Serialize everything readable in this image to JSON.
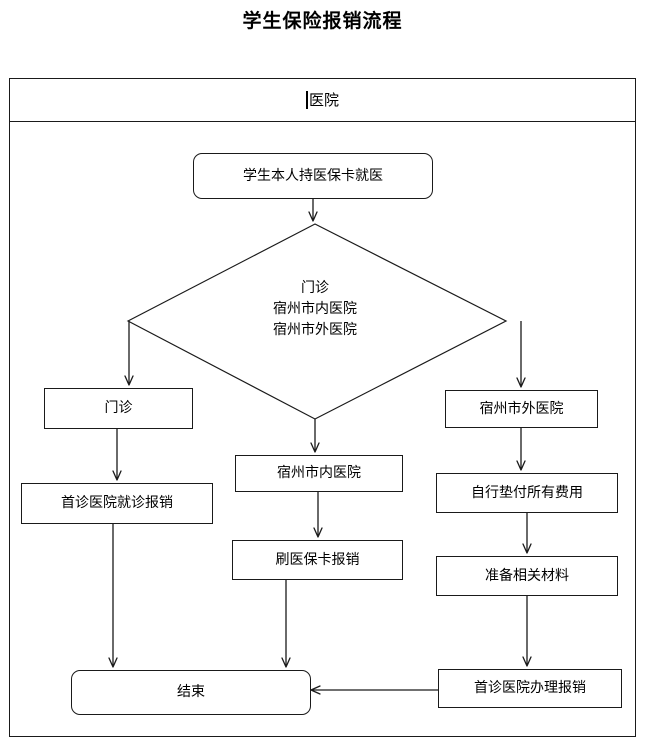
{
  "title": "学生保险报销流程",
  "pool": {
    "header_label": "医院",
    "caret_icon": "text-cursor-icon"
  },
  "nodes": {
    "start": {
      "label": "学生本人持医保卡就医",
      "shape": "rounded-rectangle"
    },
    "decision": {
      "shape": "diamond",
      "lines": [
        "门诊",
        "宿州市内医院",
        "宿州市外医院"
      ]
    },
    "outpatient": {
      "label": "门诊",
      "shape": "rectangle"
    },
    "first_visit_reimburse": {
      "label": "首诊医院就诊报销",
      "shape": "rectangle"
    },
    "in_city_hospital": {
      "label": "宿州市内医院",
      "shape": "rectangle"
    },
    "swipe_card_reimburse": {
      "label": "刷医保卡报销",
      "shape": "rectangle"
    },
    "out_city_hospital": {
      "label": "宿州市外医院",
      "shape": "rectangle"
    },
    "pay_all_fees": {
      "label": "自行垫付所有费用",
      "shape": "rectangle"
    },
    "prepare_materials": {
      "label": "准备相关材料",
      "shape": "rectangle"
    },
    "handle_reimburse": {
      "label": "首诊医院办理报销",
      "shape": "rectangle"
    },
    "end": {
      "label": "结束",
      "shape": "rounded-rectangle"
    }
  },
  "colors": {
    "line": "#1a1a1a",
    "text": "#000000",
    "background": "#ffffff"
  }
}
